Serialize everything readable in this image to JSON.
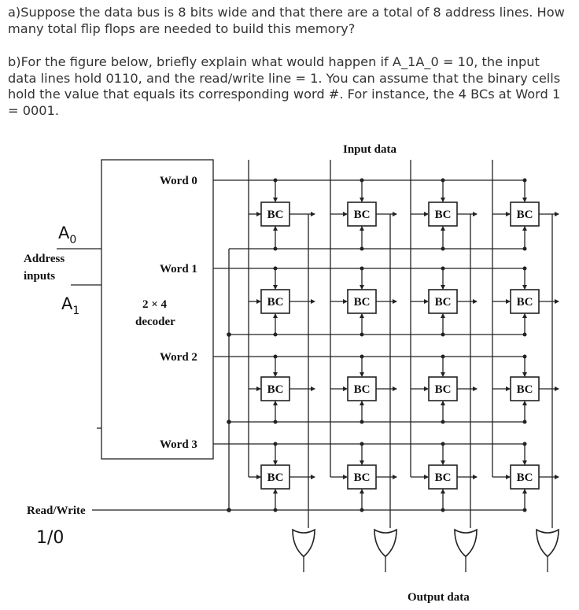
{
  "question_a": "a)Suppose the data bus is 8 bits wide and that there are a total of 8 address lines. How many total flip flops are needed to build this memory?",
  "question_b": "b)For the figure below, briefly explain what would happen if A_1A_0 = 10, the input data lines hold 0110, and the read/write line = 1. You can assume that the binary cells hold the value that equals its corresponding word #. For instance, the 4 BCs at Word 1 = 0001.",
  "diagram": {
    "input_data_label": "Input data",
    "output_data_label": "Output data",
    "address_label_1": "Address",
    "address_label_2": "inputs",
    "a0_base": "A",
    "a0_sub": "0",
    "a1_base": "A",
    "a1_sub": "1",
    "decoder_label_1": "2 × 4",
    "decoder_label_2": "decoder",
    "words": [
      "Word  0",
      "Word  1",
      "Word  2",
      "Word  3"
    ],
    "cell_label": "BC",
    "rw_label": "Read/Write",
    "rw_value": "1/0"
  }
}
